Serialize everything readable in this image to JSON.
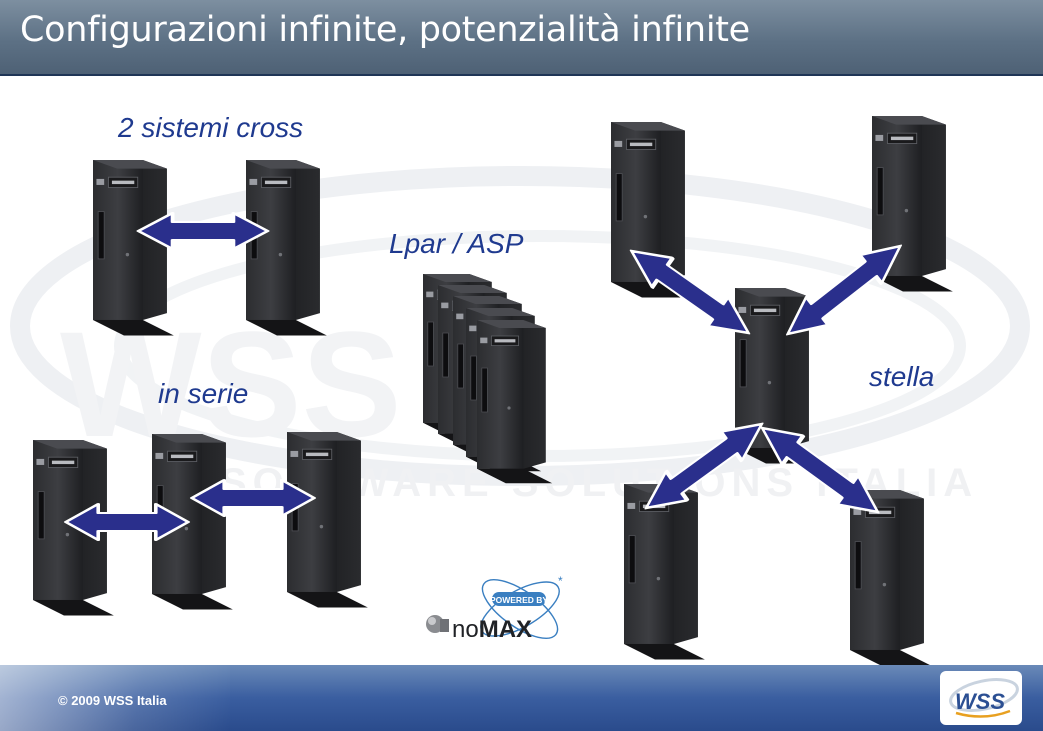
{
  "slide": {
    "title": "Configurazioni infinite, potenzialità infinite",
    "copyright": "© 2009 WSS Italia"
  },
  "labels": {
    "cross": "2 sistemi cross",
    "lpar": "Lpar / ASP",
    "serie": "in serie",
    "stella": "stella"
  },
  "powered_by": {
    "top": "POWERED BY",
    "brand_light": "no",
    "brand_bold": "MAX"
  },
  "logo": {
    "text": "WSS"
  },
  "watermark": {
    "text": "SOFTWARE SOLUTIONS ITALIA"
  },
  "colors": {
    "arrow": "#2a2f8c",
    "label": "#1f3a8f",
    "header": "#5d7185",
    "footer": "#3a5ea0"
  },
  "icons": {
    "server": "tower-server-icon",
    "arrow": "double-arrow-icon"
  }
}
